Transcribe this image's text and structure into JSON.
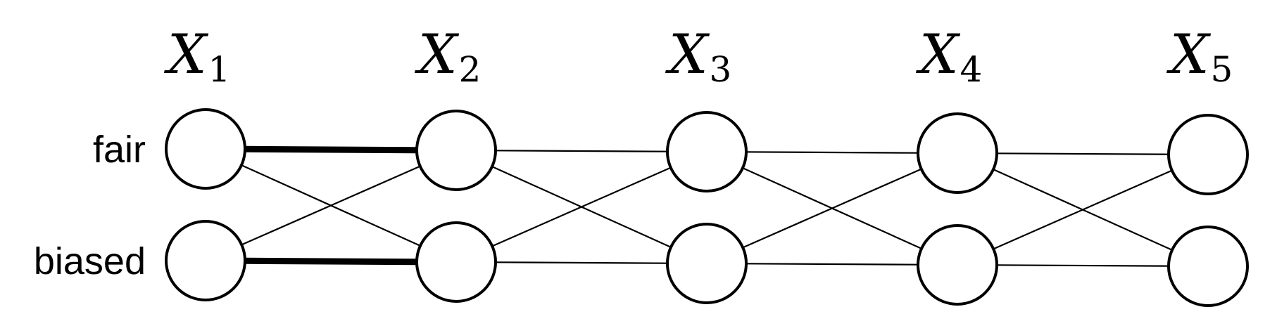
{
  "variables": [
    {
      "symbol": "X",
      "subscript": "1"
    },
    {
      "symbol": "X",
      "subscript": "2"
    },
    {
      "symbol": "X",
      "subscript": "3"
    },
    {
      "symbol": "X",
      "subscript": "4"
    },
    {
      "symbol": "X",
      "subscript": "5"
    }
  ],
  "states": [
    "fair",
    "biased"
  ],
  "edges": [
    {
      "from": [
        0,
        0
      ],
      "to": [
        1,
        0
      ],
      "bold": true
    },
    {
      "from": [
        0,
        0
      ],
      "to": [
        1,
        1
      ],
      "bold": false
    },
    {
      "from": [
        0,
        1
      ],
      "to": [
        1,
        0
      ],
      "bold": false
    },
    {
      "from": [
        0,
        1
      ],
      "to": [
        1,
        1
      ],
      "bold": true
    },
    {
      "from": [
        1,
        0
      ],
      "to": [
        2,
        0
      ],
      "bold": false
    },
    {
      "from": [
        1,
        0
      ],
      "to": [
        2,
        1
      ],
      "bold": false
    },
    {
      "from": [
        1,
        1
      ],
      "to": [
        2,
        0
      ],
      "bold": false
    },
    {
      "from": [
        1,
        1
      ],
      "to": [
        2,
        1
      ],
      "bold": false
    },
    {
      "from": [
        2,
        0
      ],
      "to": [
        3,
        0
      ],
      "bold": false
    },
    {
      "from": [
        2,
        0
      ],
      "to": [
        3,
        1
      ],
      "bold": false
    },
    {
      "from": [
        2,
        1
      ],
      "to": [
        3,
        0
      ],
      "bold": false
    },
    {
      "from": [
        2,
        1
      ],
      "to": [
        3,
        1
      ],
      "bold": false
    },
    {
      "from": [
        3,
        0
      ],
      "to": [
        4,
        0
      ],
      "bold": false
    },
    {
      "from": [
        3,
        0
      ],
      "to": [
        4,
        1
      ],
      "bold": false
    },
    {
      "from": [
        3,
        1
      ],
      "to": [
        4,
        0
      ],
      "bold": false
    },
    {
      "from": [
        3,
        1
      ],
      "to": [
        4,
        1
      ],
      "bold": false
    }
  ]
}
